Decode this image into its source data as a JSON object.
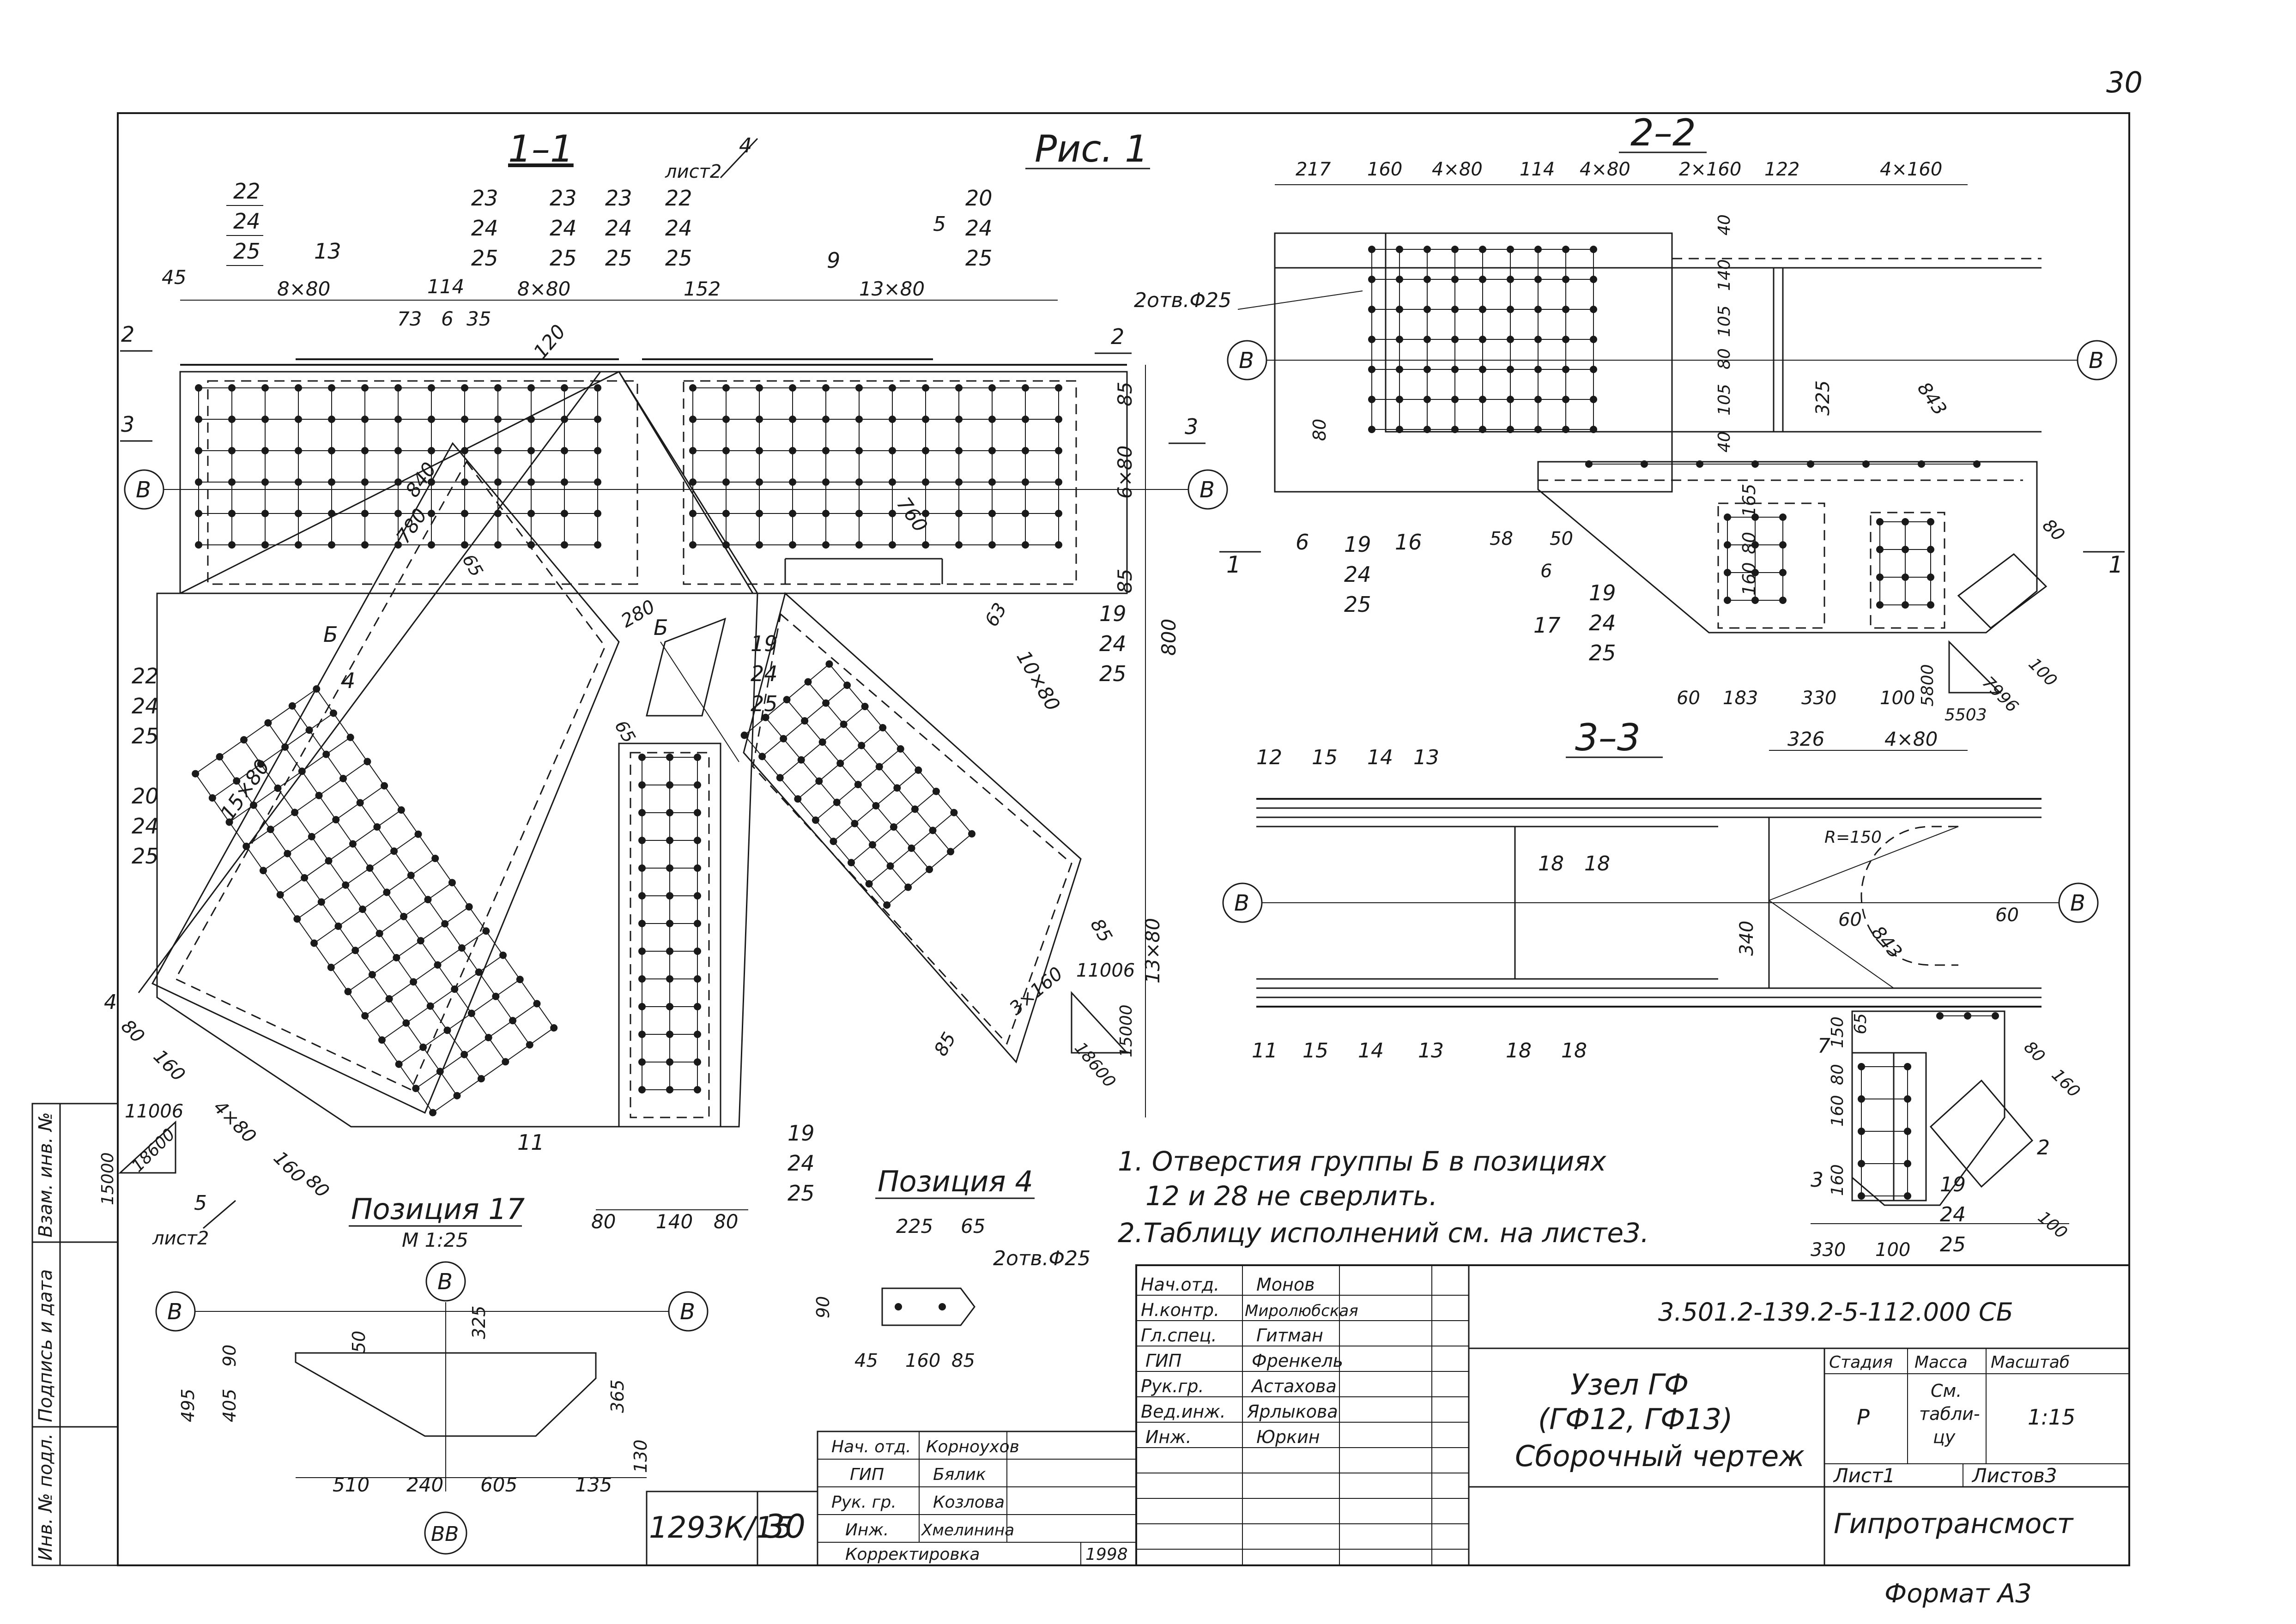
{
  "page_number": "30",
  "figure_label": "Рис. 1",
  "format_label": "Формат А3",
  "sections": {
    "s11": "1–1",
    "s22": "2–2",
    "s33": "3–3"
  },
  "list_refs": {
    "list2_a": "лист2",
    "mark4": "4",
    "list2_b": "лист2",
    "mark5_a": "5",
    "mark5_b": "5"
  },
  "axis_label": "В",
  "bb_label": "ВВ",
  "pos_labels": {
    "b": "Б",
    "p2": "2",
    "p3": "3",
    "p4": "4",
    "p6": "6",
    "p7": "7",
    "p9": "9",
    "p11": "11",
    "p12": "12",
    "p13": "13",
    "p14": "14",
    "p15": "15",
    "p16": "16",
    "p17": "17",
    "p18": "18",
    "p19": "19",
    "p20": "20",
    "p22": "22",
    "p23": "23",
    "p24": "24",
    "p25": "25"
  },
  "dims_11": {
    "d45": "45",
    "d8x80": "8×80",
    "d73": "73",
    "d6": "6",
    "d35": "35",
    "d114": "114",
    "d152": "152",
    "d13x80": "13×80",
    "d120": "120",
    "d85": "85",
    "d6x80": "6×80",
    "d800": "800",
    "d63": "63",
    "d10x80": "10×80",
    "d760": "760",
    "d840": "840",
    "d780": "780",
    "d15x80": "15×80",
    "d65": "65",
    "d280": "280",
    "d160": "160",
    "d80": "80",
    "d4x80": "4×80",
    "d140": "140",
    "d3x160": "3×160",
    "d13x80v": "13×80",
    "d11006": "11006",
    "d18600": "18600",
    "d15000": "15000"
  },
  "dims_22": {
    "d217": "217",
    "d160": "160",
    "d4x80": "4×80",
    "d114": "114",
    "d2x160": "2×160",
    "d122": "122",
    "d4x160": "4×160",
    "hole": "2отв.Φ25",
    "d40": "40",
    "d140": "140",
    "d105": "105",
    "d80": "80",
    "d325": "325",
    "d843": "843",
    "d58": "58",
    "d50": "50",
    "d165": "165",
    "d60": "60",
    "d183": "183",
    "d330": "330",
    "d100": "100",
    "d5800": "5800",
    "d5503": "5503",
    "d7996": "7996"
  },
  "dims_33": {
    "d326": "326",
    "d4x80": "4×80",
    "r150": "R=150",
    "d340": "340",
    "d60": "60",
    "d843": "843",
    "d150": "150",
    "d65": "65",
    "d160": "160",
    "d80": "80",
    "d330": "330",
    "d100": "100"
  },
  "pos17": {
    "title": "Позиция 17",
    "scale": "М 1:25",
    "d90": "90",
    "d50": "50",
    "d325": "325",
    "d495": "495",
    "d405": "405",
    "d365": "365",
    "d130": "130",
    "d510": "510",
    "d240": "240",
    "d605": "605",
    "d135": "135"
  },
  "pos4": {
    "title": "Позиция 4",
    "d225": "225",
    "d65": "65",
    "hole": "2отв.Φ25",
    "d90": "90",
    "d45": "45",
    "d160": "160",
    "d85": "85"
  },
  "notes": [
    "1. Отверстия группы Б в позициях",
    "12 и 28 не сверлить.",
    "2.Таблицу исполнений см. на листе3."
  ],
  "side_stamp": {
    "inv_orig": "Инв. № подл.",
    "sign_date": "Подпись и дата",
    "inv_repl": "Взам. инв. №"
  },
  "sheet_id": {
    "code": "1293К/15",
    "num": "30"
  },
  "stamp_small": {
    "rows": [
      {
        "role": "Нач. отд.",
        "name": "Корноухов"
      },
      {
        "role": "ГИП",
        "name": "Бялик"
      },
      {
        "role": "Рук. гр.",
        "name": "Козлова"
      },
      {
        "role": "Инж.",
        "name": "Хмелинина"
      }
    ],
    "correction": "Корректировка",
    "year": "1998"
  },
  "title_block": {
    "rows": [
      {
        "role": "Нач.отд.",
        "name": "Монов"
      },
      {
        "role": "Н.контр.",
        "name": "Миролюбская"
      },
      {
        "role": "Гл.спец.",
        "name": "Гитман"
      },
      {
        "role": "ГИП",
        "name": "Френкель"
      },
      {
        "role": "Рук.гр.",
        "name": "Астахова"
      },
      {
        "role": "Вед.инж.",
        "name": "Ярлыкова"
      },
      {
        "role": "Инж.",
        "name": "Юркин"
      }
    ],
    "doc_code": "3.501.2-139.2-5-112.000 СБ",
    "title_l1": "Узел ГФ",
    "title_l2": "(ГФ12, ГФ13)",
    "title_l3": "Сборочный чертеж",
    "stage_h": "Стадия",
    "mass_h": "Масса",
    "scale_h": "Масштаб",
    "stage": "Р",
    "mass_l1": "См.",
    "mass_l2": "табли-",
    "mass_l3": "цу",
    "scale": "1:15",
    "sheet": "Лист1",
    "sheets": "Листов3",
    "org": "Гипротрансмост"
  }
}
